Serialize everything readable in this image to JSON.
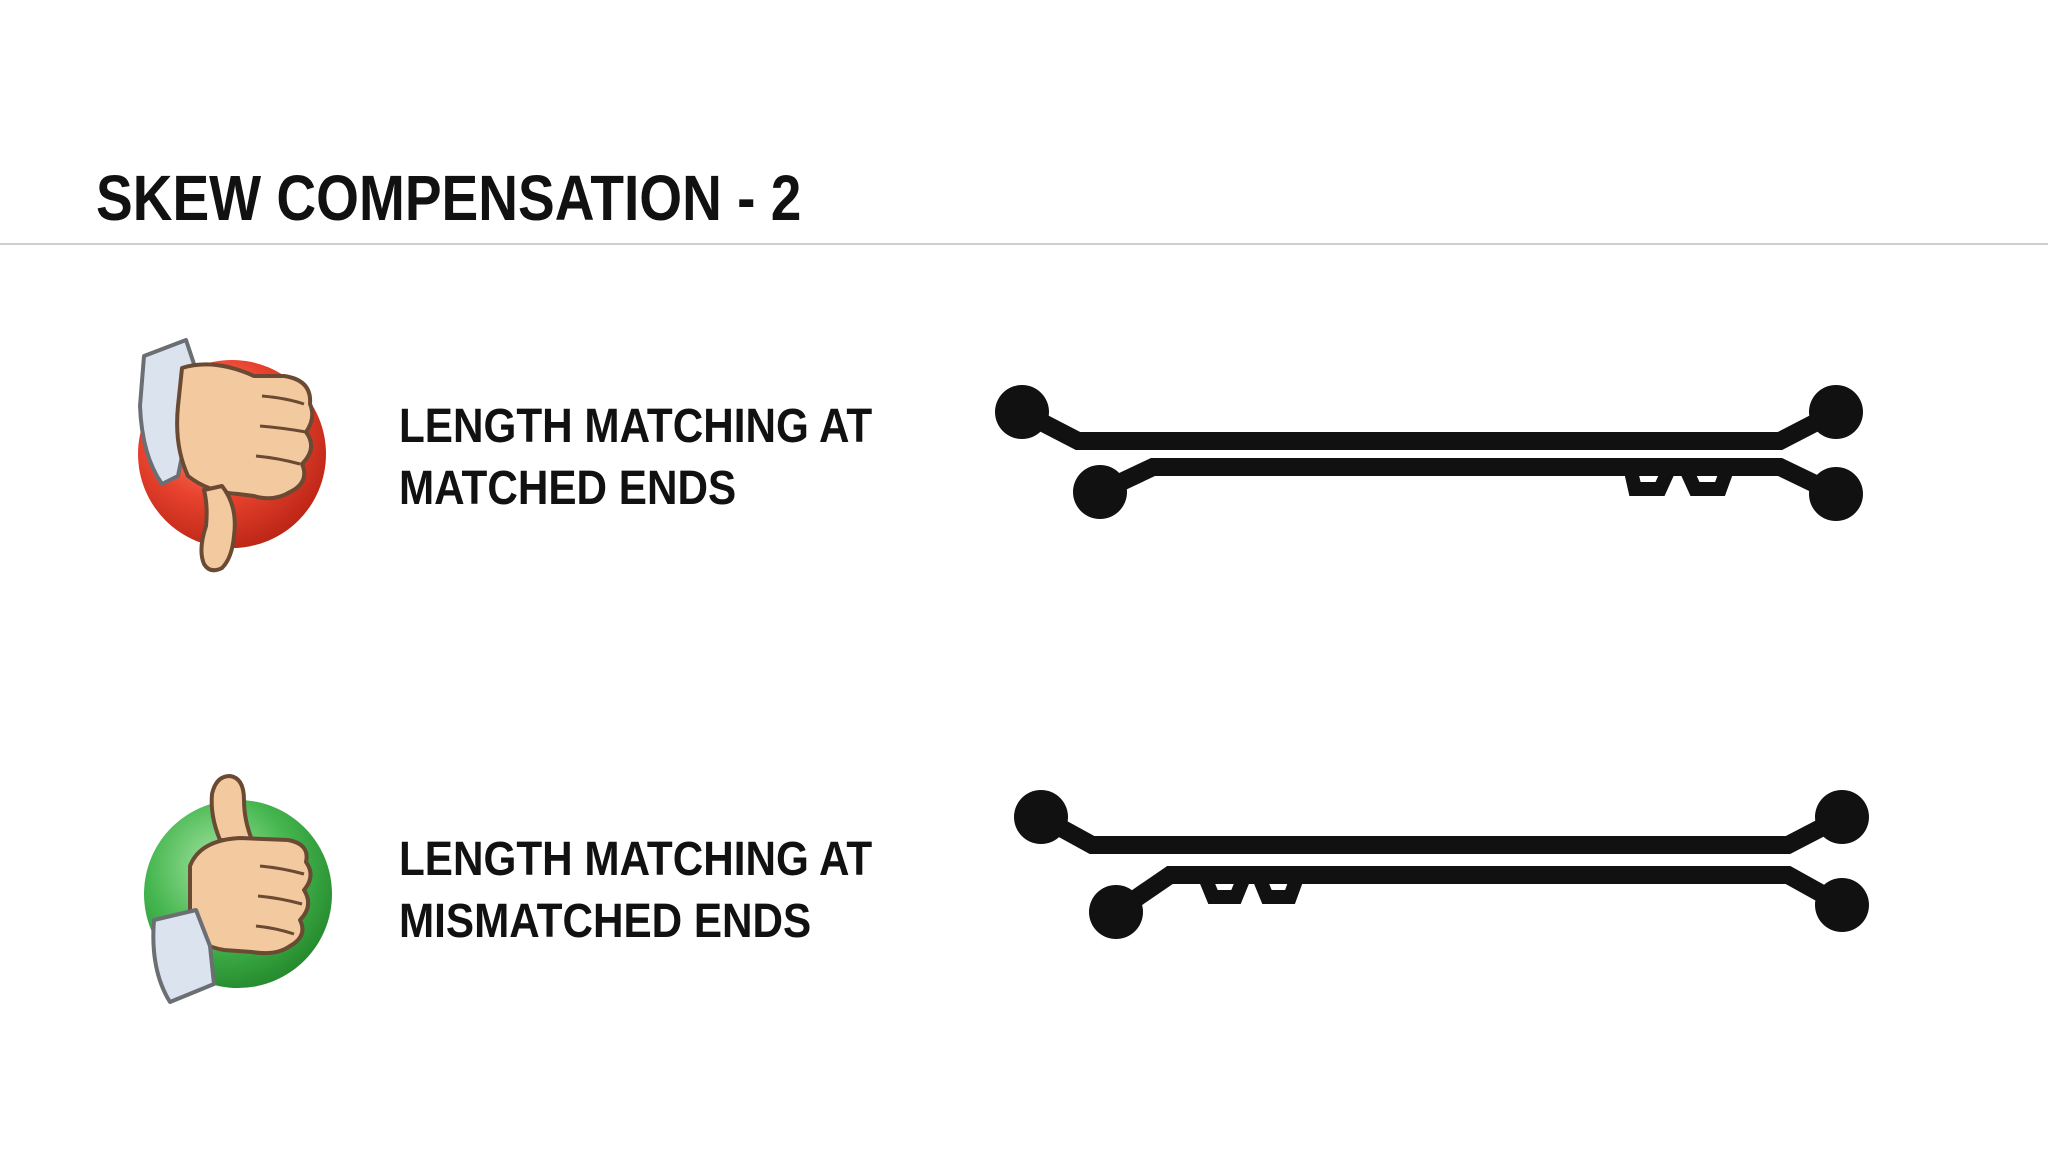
{
  "slide": {
    "title": "SKEW COMPENSATION - 2"
  },
  "rows": [
    {
      "verdict": "thumbs-down",
      "badge_color": "#e8432f",
      "caption_line1": "LENGTH MATCHING AT",
      "caption_line2": "MATCHED ENDS",
      "serpentine_position": "near matched (right) end"
    },
    {
      "verdict": "thumbs-up",
      "badge_color": "#45b64f",
      "caption_line1": "LENGTH MATCHING AT",
      "caption_line2": "MISMATCHED ENDS",
      "serpentine_position": "near mismatched (left) end"
    }
  ],
  "colors": {
    "trace": "#111111",
    "rule": "#cfcfcf",
    "text": "#111111",
    "skin": "#f3c9a0",
    "sleeve": "#dbe4ee"
  }
}
